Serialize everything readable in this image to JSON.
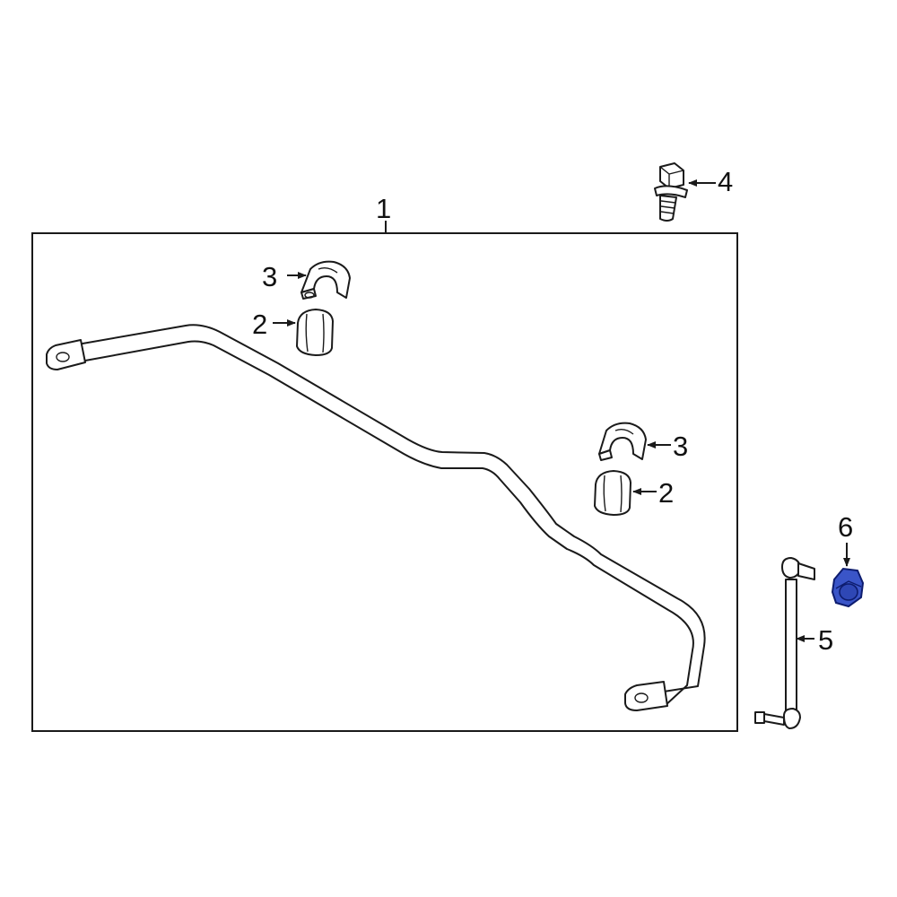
{
  "callouts": {
    "part_1": "1",
    "part_2_upper": "2",
    "part_2_lower": "2",
    "part_3_upper": "3",
    "part_3_lower": "3",
    "part_4": "4",
    "part_5": "5",
    "part_6": "6"
  },
  "colors": {
    "line": "#1a1a1a",
    "highlight_fill": "#3a55c8",
    "highlight_stroke": "#0d1c6e",
    "background": "#ffffff"
  },
  "highlighted_part": "6"
}
